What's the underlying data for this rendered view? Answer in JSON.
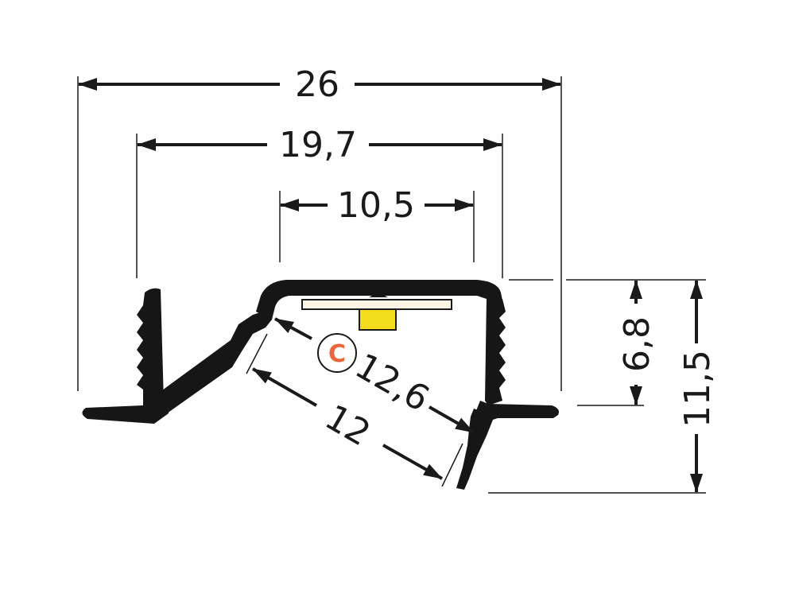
{
  "dimensions": {
    "overall_width": "26",
    "inner_width": "19,7",
    "opening_width": "10,5",
    "upper_depth": "6,8",
    "total_height": "11,5",
    "diagonal_inner": "12,6",
    "diagonal_outer": "12"
  },
  "badge": {
    "label": "C",
    "color": "#e8663a"
  },
  "colors": {
    "profile": "#161616",
    "dimension_lines": "#1a1a1a",
    "led_strip": "#fbf5e6",
    "led_chip": "#f4dc1e"
  }
}
